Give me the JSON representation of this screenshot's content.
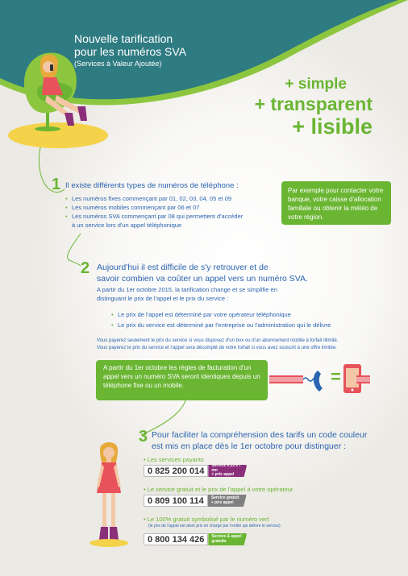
{
  "header": {
    "title_line1": "Nouvelle tarification",
    "title_line2": "pour les numéros SVA",
    "subtitle": "(Services à Valeur Ajoutée)"
  },
  "tagline": {
    "line1": "+ simple",
    "line2": "+ transparent",
    "line3": "+ lisible"
  },
  "section1": {
    "number": "1",
    "heading": "Il existe différents types de numéros de téléphone :",
    "bullets": [
      "Les numéros fixes commençant par 01, 02, 03, 04, 05 et 09",
      "Les numéros mobiles commençant par 06 et 07",
      "Les numéros SVA commençant par 08 qui permettent d'accéder",
      "à un service lors d'un appel téléphonique"
    ],
    "example": "Par exemple pour contacter votre banque, votre caisse d'allocation familiale ou obtenir la météo de votre région."
  },
  "section2": {
    "number": "2",
    "heading_line1": "Aujourd'hui il est difficile de s'y retrouver et de",
    "heading_line2": "savoir combien va coûter un appel vers un numéro SVA.",
    "intro_line1": "A partir du 1er octobre 2015, la tarification change et se simplifie en",
    "intro_line2": "distinguant le prix de l'appel et le prix du service :",
    "bullets": [
      "Le prix de l'appel est déterminé par votre opérateur téléphonique",
      "Le prix du service est déterminé par l'entreprise ou l'administration qui le délivre"
    ],
    "note_line1": "Vous payerez seulement le prix du service si vous disposez d'un box ou d'un abonnement mobile à forfait illimité.",
    "note_line2": "Vous payerez le prix du service et l'appel sera décompté de votre forfait si vous avez souscrit à une offre limitée.",
    "box": "A partir du 1er octobre les règles de facturation d'un appel vers un numéro SVA seront identiques depuis un téléphone fixe ou un mobile.",
    "equals": "="
  },
  "section3": {
    "number": "3",
    "heading_line1": "Pour faciliter la compréhension des tarifs un code couleur",
    "heading_line2": "est mis en place dès le 1er octobre pour distinguer :",
    "items": [
      {
        "label": "Les services payants",
        "note": "",
        "number": "0 825 200 014",
        "tag_line1": "Service 0,15 € / mn",
        "tag_line2": "+ prix appel",
        "color": "#8b2f7b"
      },
      {
        "label": "Le service gratuit et le prix de l'appel à votre opérateur",
        "note": "",
        "number": "0 809 100 114",
        "tag_line1": "Service gratuit",
        "tag_line2": "+ prix appel",
        "color": "#7f7f7f"
      },
      {
        "label": "Le 100% gratuit symbolisé par le numéro vert",
        "note": "(le prix de l'appel est alors pris en charge par l'entité qui délivre le service)",
        "number": "0 800 134 426",
        "tag_line1": "Service & appel",
        "tag_line2": "gratuits",
        "color": "#6ab532"
      }
    ]
  },
  "colors": {
    "green": "#6ab532",
    "blue": "#2b64b0",
    "teal": "#2f7b82",
    "background": "#eceae4"
  }
}
